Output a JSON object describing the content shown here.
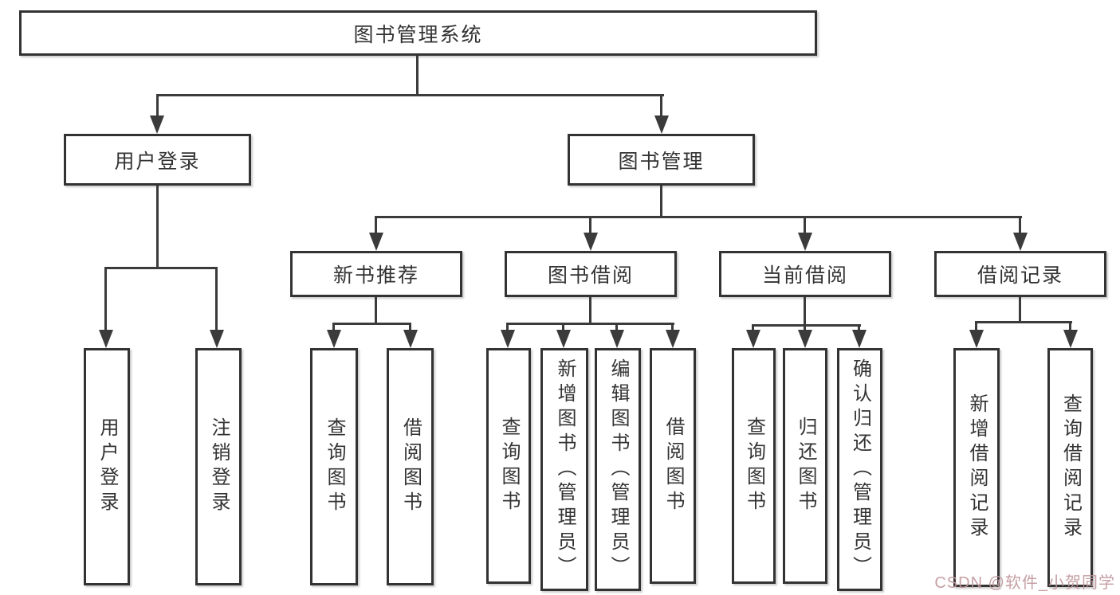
{
  "watermark": "CSDN @软件_小贺同学",
  "colors": {
    "line": "#3b3b3b",
    "box_border": "#333333",
    "box_fill": "#ffffff",
    "watermark": "#c0969b"
  },
  "nodes": {
    "root": "图书管理系统",
    "user_login": "用户登录",
    "book_mgmt": "图书管理",
    "new_book_rec": "新书推荐",
    "book_borrow": "图书借阅",
    "current_borrow": "当前借阅",
    "borrow_record": "借阅记录",
    "leaf_user_login": "用户登录",
    "leaf_logout": "注销登录",
    "rec_query_book": "查询图书",
    "rec_borrow_book": "借阅图书",
    "bb_query_book": "查询图书",
    "bb_add_book": "新增图书（管理员）",
    "bb_edit_book": "编辑图书（管理员）",
    "bb_borrow_book": "借阅图书",
    "cb_query_book": "查询图书",
    "cb_return_book": "归还图书",
    "cb_confirm_return": "确认归还（管理员）",
    "br_add_record": "新增借阅记录",
    "br_query_record": "查询借阅记录"
  }
}
